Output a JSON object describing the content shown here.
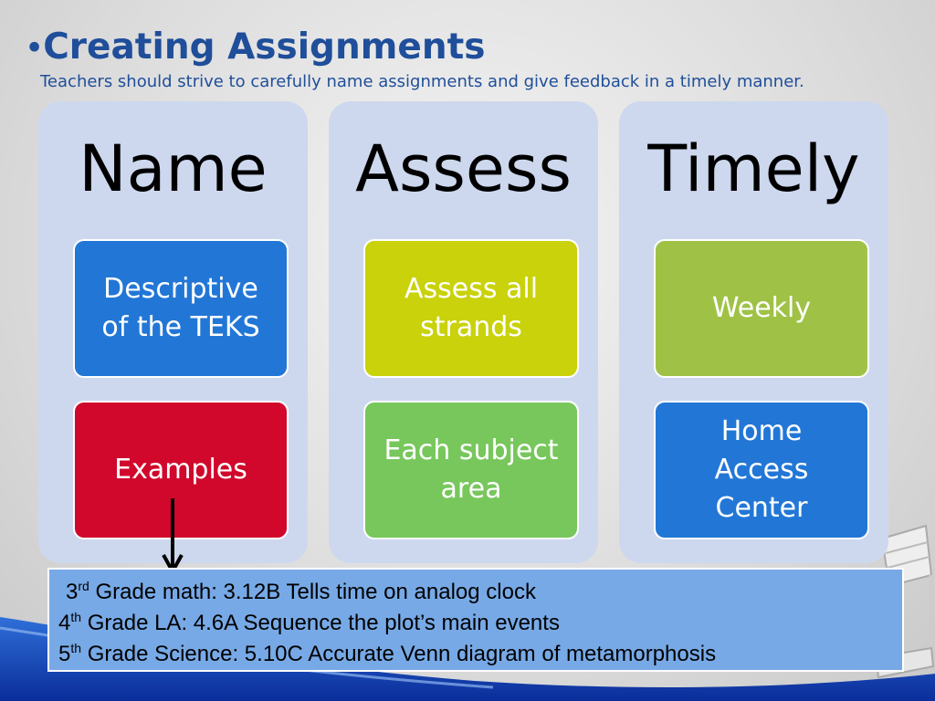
{
  "slide": {
    "title_bullet": "•",
    "title": "Creating Assignments",
    "subtitle": "Teachers should strive to carefully name assignments and give feedback in a timely manner."
  },
  "columns": [
    {
      "heading": "Name",
      "cards": [
        {
          "label": "Descriptive\nof the TEKS",
          "color": "#2277d6"
        },
        {
          "label": "Examples",
          "color": "#d1082c"
        }
      ]
    },
    {
      "heading": "Assess",
      "cards": [
        {
          "label": "Assess all\nstrands",
          "color": "#c9d20a"
        },
        {
          "label": "Each subject\narea",
          "color": "#77c75c"
        }
      ]
    },
    {
      "heading": "Timely",
      "cards": [
        {
          "label": "Weekly",
          "color": "#9fc246"
        },
        {
          "label": "Home\nAccess\nCenter",
          "color": "#2277d6"
        }
      ]
    }
  ],
  "example_box": {
    "lines": [
      {
        "num": "3",
        "suffix": "rd",
        "text": " Grade math:   3.12B Tells time on analog clock"
      },
      {
        "num": "4",
        "suffix": "th",
        "text": " Grade LA:  4.6A Sequence the plot’s main events"
      },
      {
        "num": "5",
        "suffix": "th",
        "text": " Grade Science:  5.10C  Accurate Venn diagram of metamorphosis"
      }
    ]
  }
}
